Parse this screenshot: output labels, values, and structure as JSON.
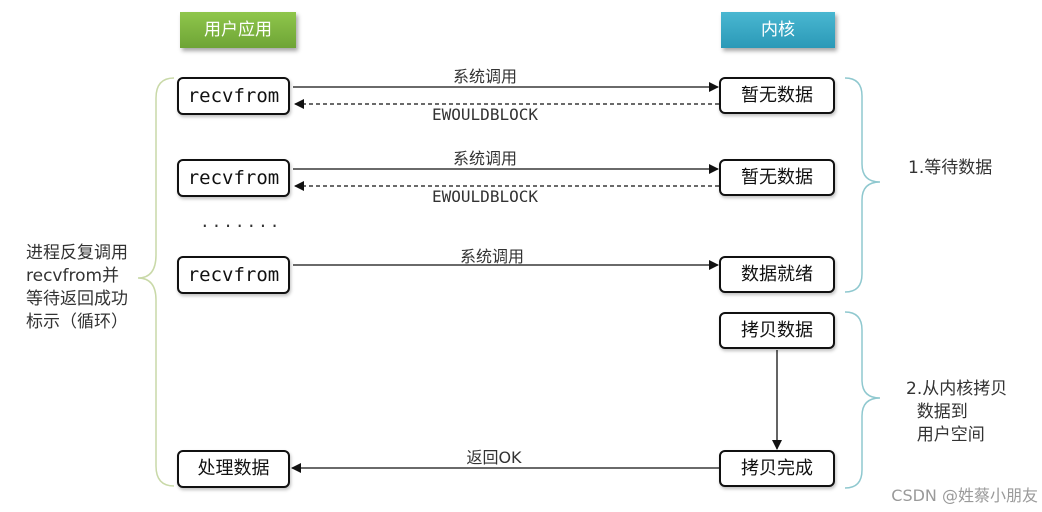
{
  "headers": {
    "user_app": "用户应用",
    "kernel": "内核"
  },
  "user_calls": [
    {
      "label": "recvfrom"
    },
    {
      "label": "recvfrom"
    },
    {
      "label": "recvfrom"
    }
  ],
  "dots": ".......",
  "user_process": "处理数据",
  "kernel_states": [
    "暂无数据",
    "暂无数据",
    "数据就绪",
    "拷贝数据",
    "拷贝完成"
  ],
  "arrows": {
    "syscall": "系统调用",
    "ewouldblock": "EWOULDBLOCK",
    "return_ok": "返回OK"
  },
  "left_note": "进程反复调用\nrecvfrom并\n等待返回成功\n标示（循环）",
  "phases": {
    "phase1": "1.等待数据",
    "phase2": "2.从内核拷贝\n  数据到\n  用户空间"
  },
  "watermark": "CSDN @姓蔡小朋友",
  "colors": {
    "user_header": "#7ab33f",
    "kernel_header": "#35a6c3",
    "brace_left": "#c9d9a8",
    "brace_right": "#8fc8cf"
  }
}
